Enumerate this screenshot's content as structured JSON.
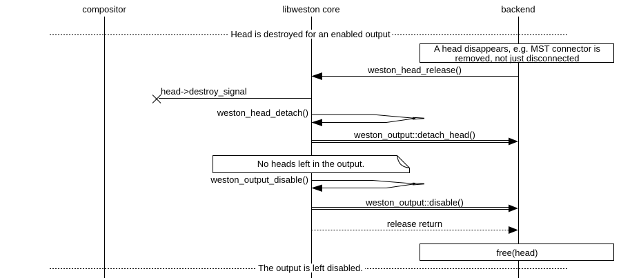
{
  "actors": [
    {
      "label": "compositor"
    },
    {
      "label": "libweston core"
    },
    {
      "label": "backend"
    }
  ],
  "dividers": [
    {
      "label": "Head is destroyed for an enabled output"
    },
    {
      "label": "The output is left disabled."
    }
  ],
  "notes": [
    {
      "line1": "A head disappears, e.g. MST connector is",
      "line2": "removed, not just disconnected"
    },
    {
      "label": "No heads left in the output."
    }
  ],
  "messages": [
    {
      "label": "weston_head_release()",
      "type": "call",
      "from": "backend",
      "to": "libweston core"
    },
    {
      "label": "head->destroy_signal",
      "type": "lost-message",
      "from": "libweston core"
    },
    {
      "label": "weston_head_detach()",
      "type": "self-call",
      "on": "libweston core"
    },
    {
      "label": "weston_output::detach_head()",
      "type": "method-call",
      "from": "libweston core",
      "to": "backend"
    },
    {
      "label": "weston_output_disable()",
      "type": "self-call",
      "on": "libweston core"
    },
    {
      "label": "weston_output::disable()",
      "type": "method-call",
      "from": "libweston core",
      "to": "backend"
    },
    {
      "label": "release return",
      "type": "return",
      "from": "libweston core",
      "to": "backend"
    }
  ],
  "boxes": [
    {
      "label": "free(head)"
    }
  ],
  "colors": {
    "line": "#000000",
    "background": "#ffffff"
  }
}
